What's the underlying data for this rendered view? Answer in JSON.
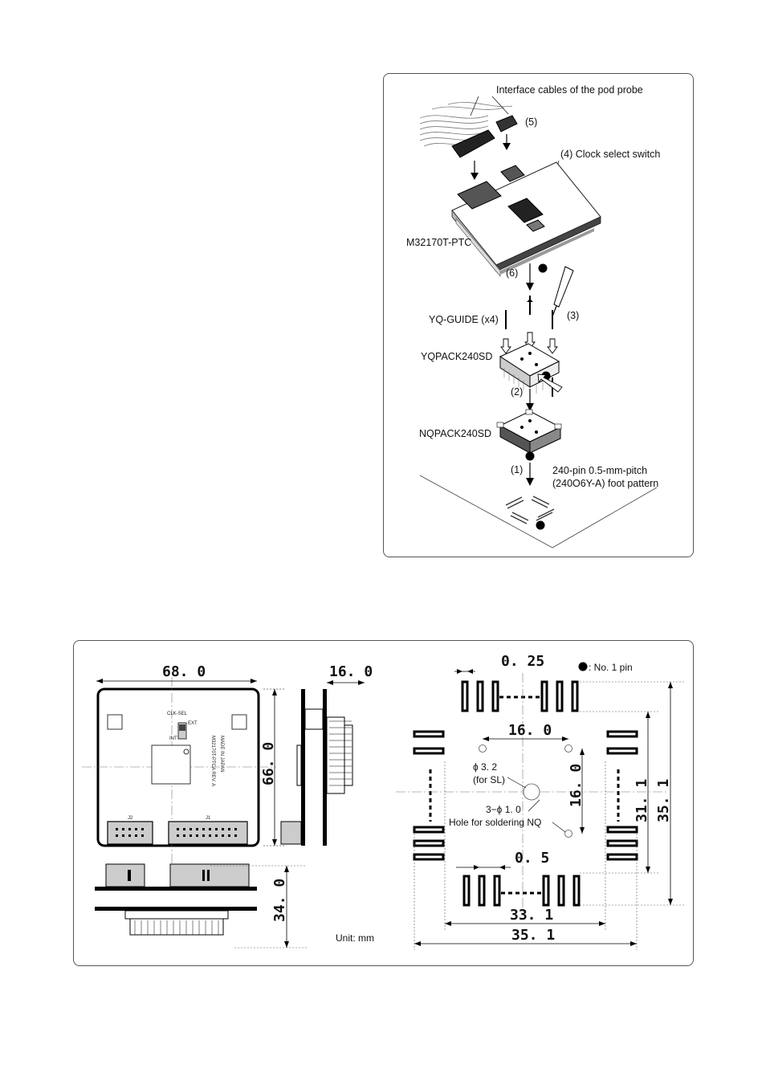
{
  "top_figure": {
    "labels": {
      "interface_cables": "Interface cables of the pod probe",
      "step5": "(5)",
      "clock_switch": "(4) Clock select switch",
      "board": "M32170T-PTC",
      "step6": "(6)",
      "yq_guide": "YQ-GUIDE (x4)",
      "step3": "(3)",
      "yqpack": "YQPACK240SD",
      "step2": "(2)",
      "nqpack": "NQPACK240SD",
      "step1": "(1)",
      "foot1": "240-pin 0.5-mm-pitch",
      "foot2": "(240O6Y-A) foot pattern"
    }
  },
  "bottom_figure": {
    "dims": {
      "width": "68. 0",
      "height": "66. 0",
      "thickness": "16. 0",
      "depth": "34. 0",
      "pad_width": "0. 25",
      "hole_span_h": "16. 0",
      "hole_span_v": "16. 0",
      "pad_pitch": "0. 5",
      "inner": "33. 1",
      "outer_h": "35. 1",
      "inner_v": "31. 1",
      "outer_v": "35. 1"
    },
    "labels": {
      "pin1_legend": ": No. 1 pin",
      "hole_sl": "ϕ 3. 2",
      "for_sl": "(for SL)",
      "hole_nq": "3−ϕ 1. 0",
      "hole_nq_desc": "Hole for soldering NQ",
      "unit": "Unit: mm",
      "silk1": "M32170T-PTCA  REV. A",
      "silk2": "MADE  IN  JAPAN",
      "sw_label": "CLK-SEL",
      "sw_int": "INT",
      "sw_ext": "EXT",
      "j1": "J1",
      "j2": "J2"
    }
  }
}
